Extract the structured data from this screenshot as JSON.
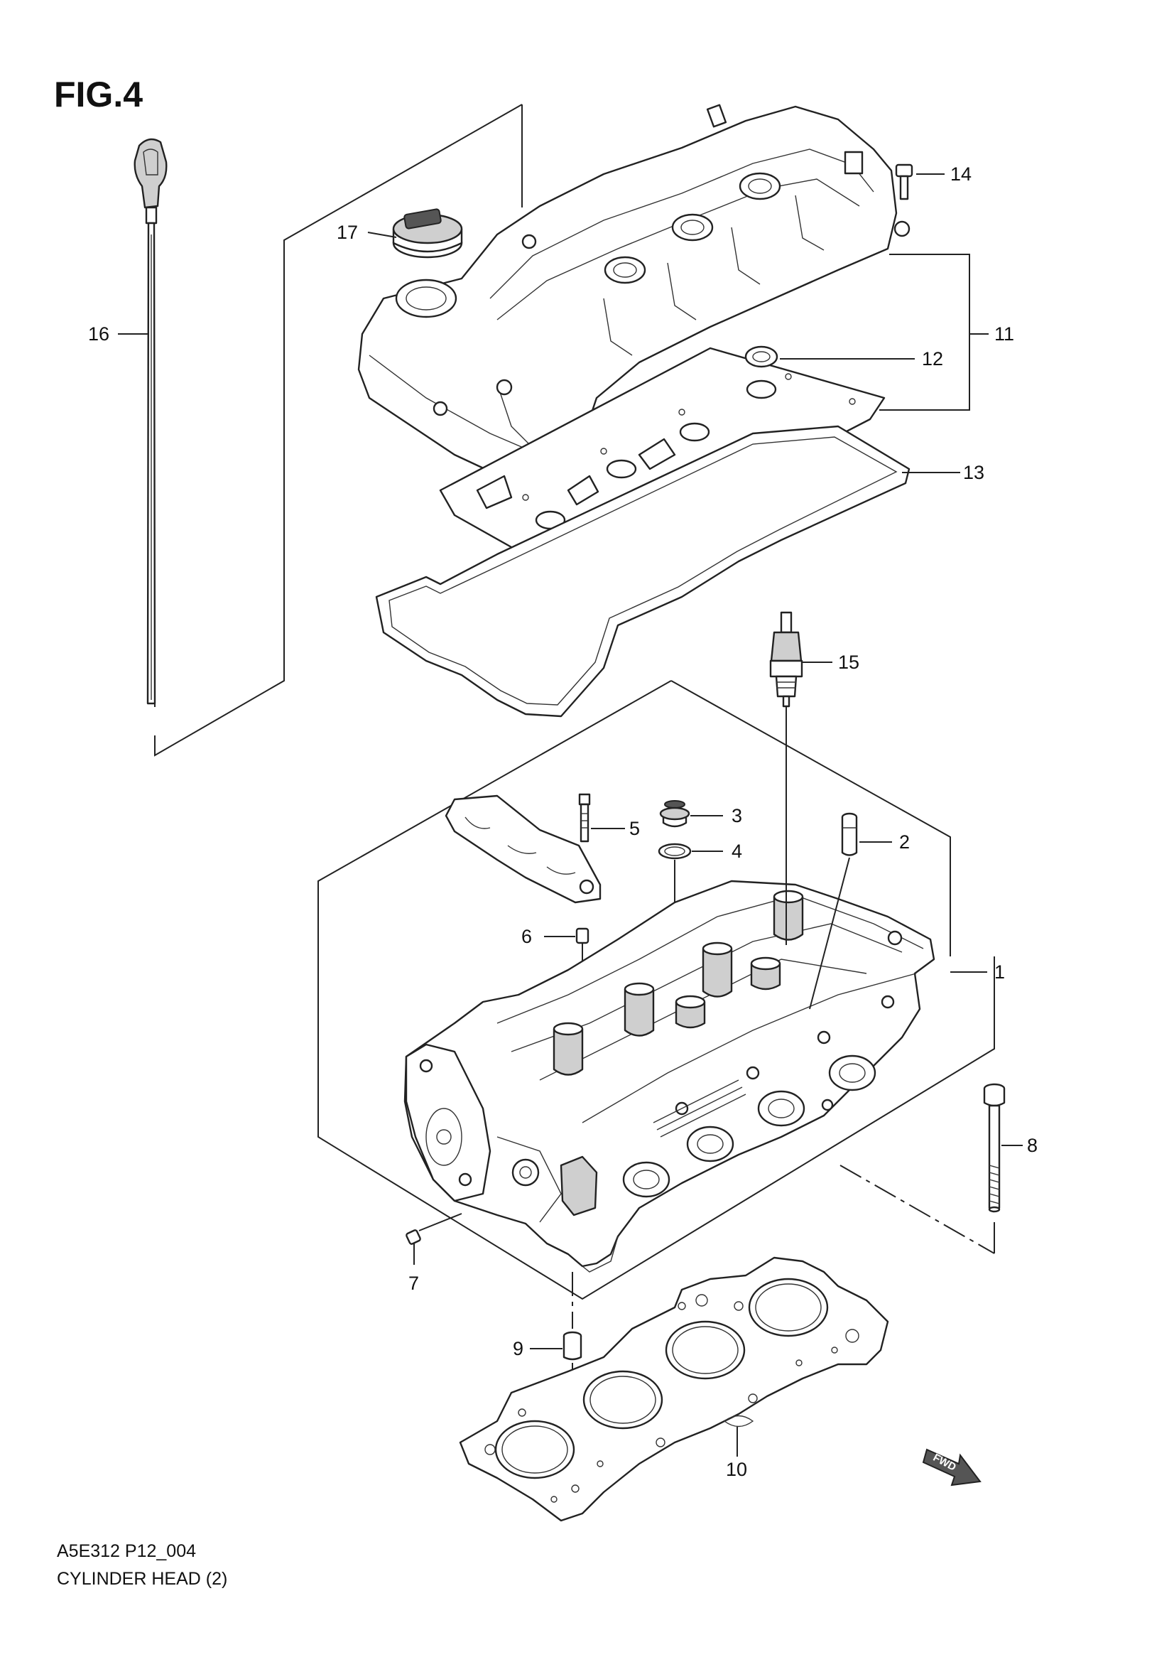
{
  "figure_label": "FIG.4",
  "footer": {
    "code": "A5E312 P12_004",
    "caption": "CYLINDER HEAD (2)"
  },
  "direction_marker": "FWD",
  "callouts": [
    {
      "id": "1",
      "text": "1"
    },
    {
      "id": "2",
      "text": "2"
    },
    {
      "id": "3",
      "text": "3"
    },
    {
      "id": "4",
      "text": "4"
    },
    {
      "id": "5",
      "text": "5"
    },
    {
      "id": "6",
      "text": "6"
    },
    {
      "id": "7",
      "text": "7"
    },
    {
      "id": "8",
      "text": "8"
    },
    {
      "id": "9",
      "text": "9"
    },
    {
      "id": "10",
      "text": "10"
    },
    {
      "id": "11",
      "text": "11"
    },
    {
      "id": "12",
      "text": "12"
    },
    {
      "id": "13",
      "text": "13"
    },
    {
      "id": "14",
      "text": "14"
    },
    {
      "id": "15",
      "text": "15"
    },
    {
      "id": "16",
      "text": "16"
    },
    {
      "id": "17",
      "text": "17"
    }
  ]
}
